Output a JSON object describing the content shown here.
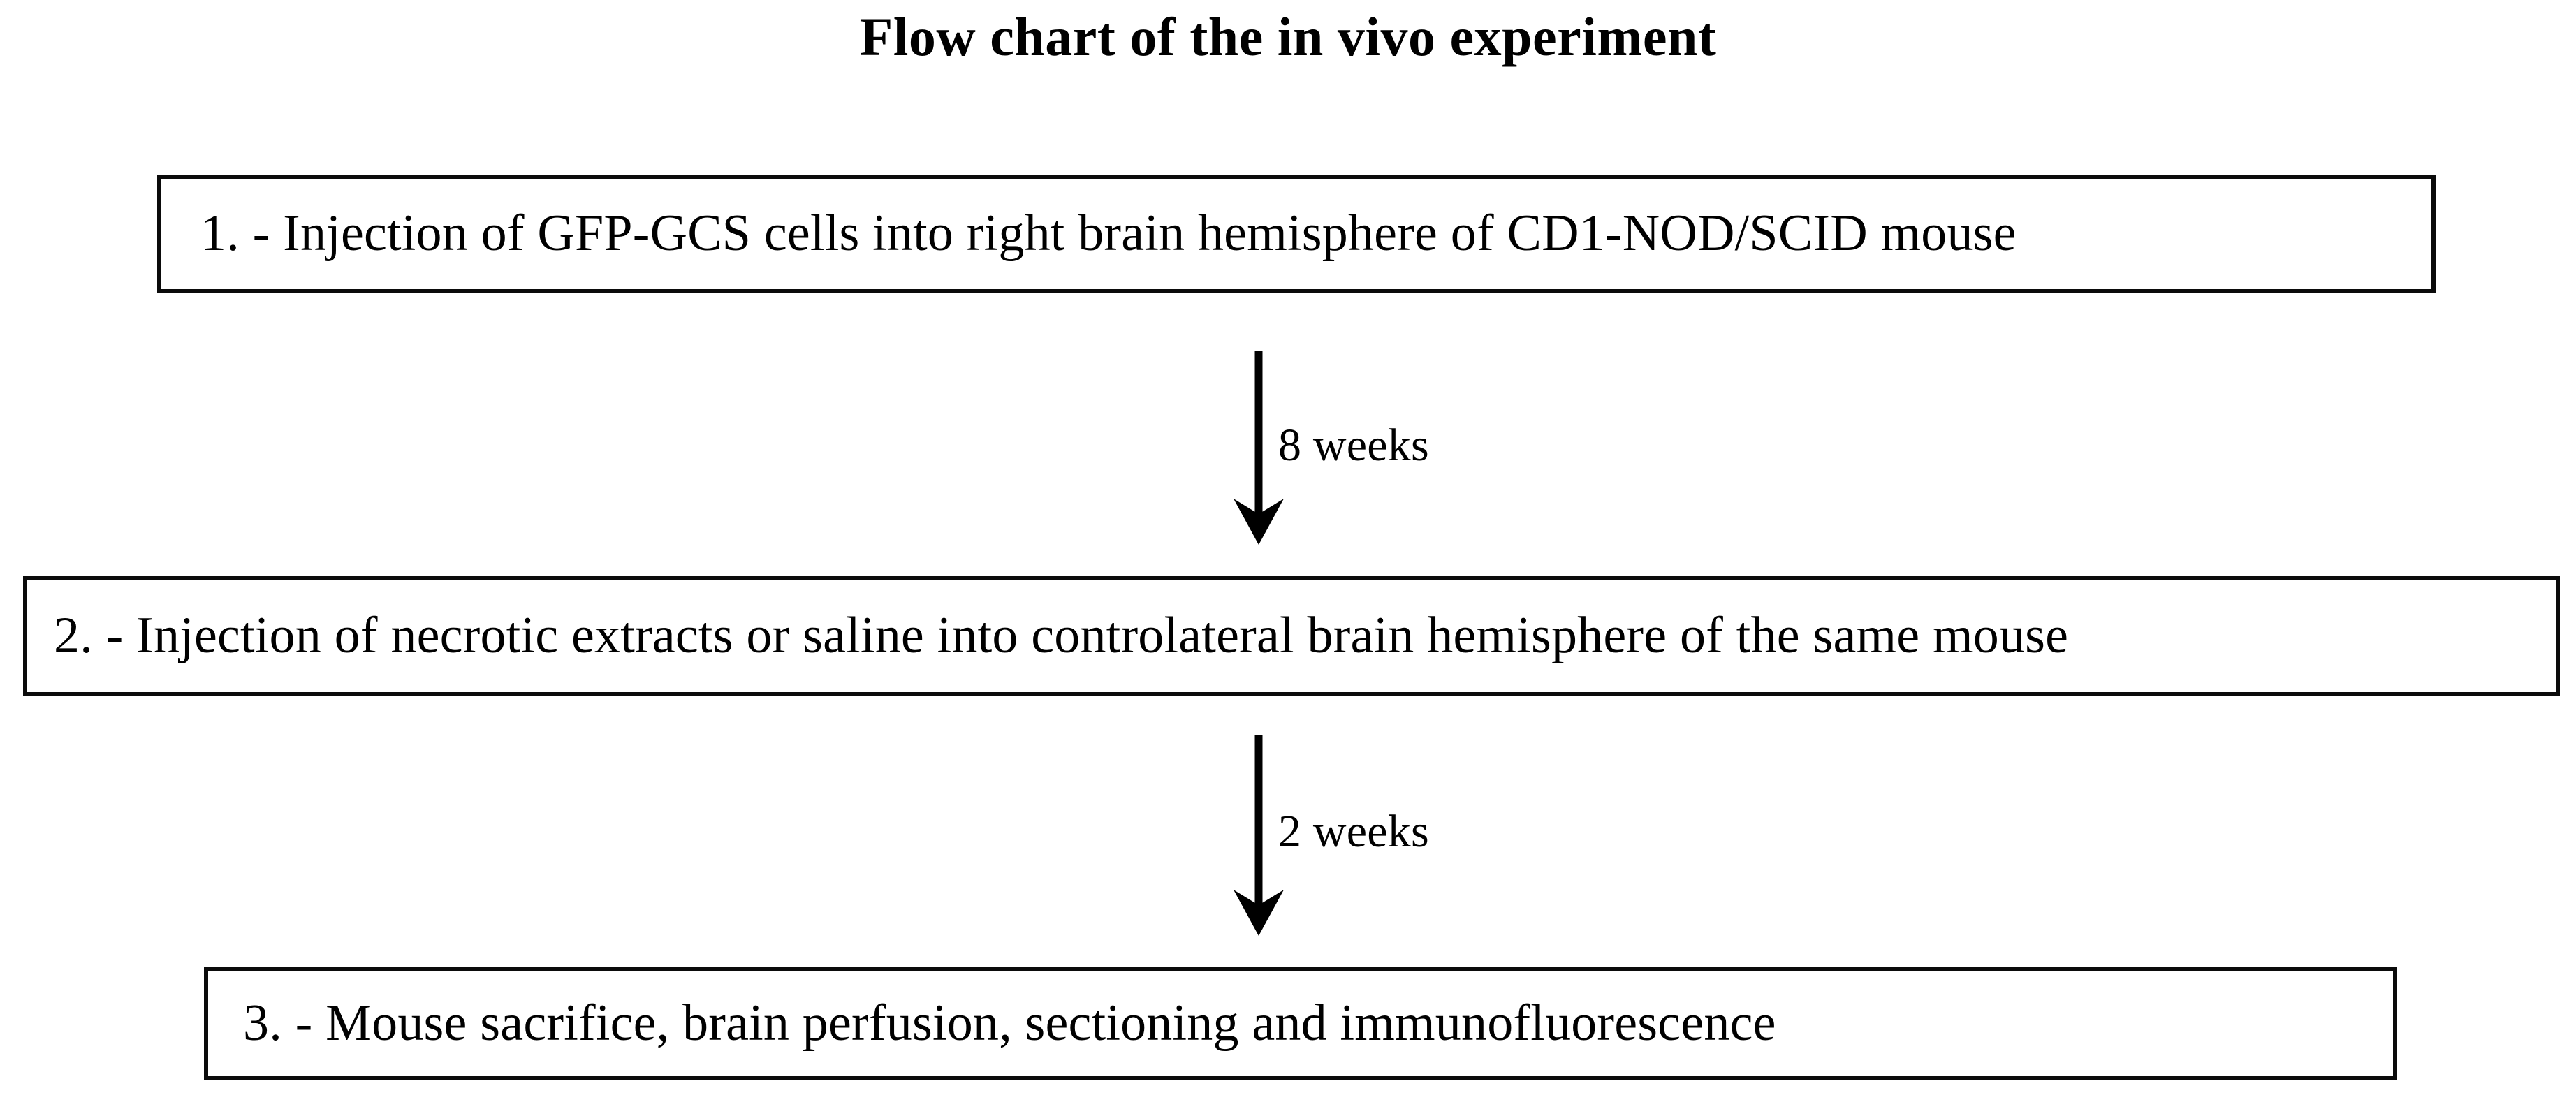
{
  "title": "Flow chart of the in vivo experiment",
  "steps": [
    {
      "id": "step-1",
      "label": "1. - Injection of GFP-GCS cells into right brain hemisphere of CD1-NOD/SCID mouse"
    },
    {
      "id": "step-2",
      "label": "2. - Injection of necrotic extracts or saline into controlateral brain hemisphere of the same mouse"
    },
    {
      "id": "step-3",
      "label": "3. - Mouse sacrifice, brain perfusion, sectioning and immunofluorescence"
    }
  ],
  "arrows": [
    {
      "id": "arrow-1",
      "label": "8 weeks",
      "from": "step-1",
      "to": "step-2"
    },
    {
      "id": "arrow-2",
      "label": "2 weeks",
      "from": "step-2",
      "to": "step-3"
    }
  ],
  "colors": {
    "background": "#ffffff",
    "text": "#000000",
    "box_border": "#0b0b0b",
    "arrow": "#000000"
  }
}
